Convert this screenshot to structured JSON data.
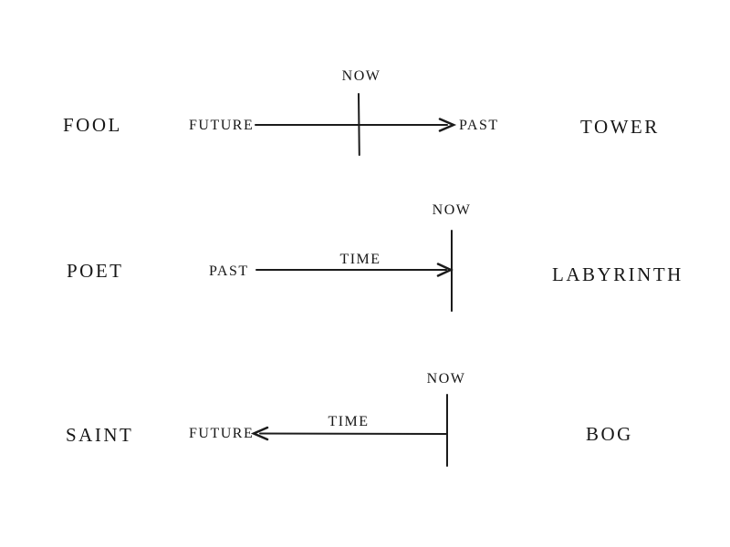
{
  "colors": {
    "ink": "#1b1b1b",
    "background": "#ffffff"
  },
  "rows": [
    {
      "left_label": "FOOL",
      "right_label": "TOWER",
      "arrow_start_label": "FUTURE",
      "arrow_end_label": "PAST",
      "now_label": "NOW",
      "arrow_direction": "right",
      "now_marker": "cross-tick-at-middle"
    },
    {
      "left_label": "POET",
      "right_label": "LABYRINTH",
      "arrow_start_label": "PAST",
      "arrow_line_label": "TIME",
      "now_label": "NOW",
      "arrow_direction": "right",
      "now_marker": "vertical-bar-at-arrow-end"
    },
    {
      "left_label": "SAINT",
      "right_label": "BOG",
      "arrow_end_label": "FUTURE",
      "arrow_line_label": "TIME",
      "now_label": "NOW",
      "arrow_direction": "left",
      "now_marker": "vertical-bar-at-arrow-tail"
    }
  ]
}
